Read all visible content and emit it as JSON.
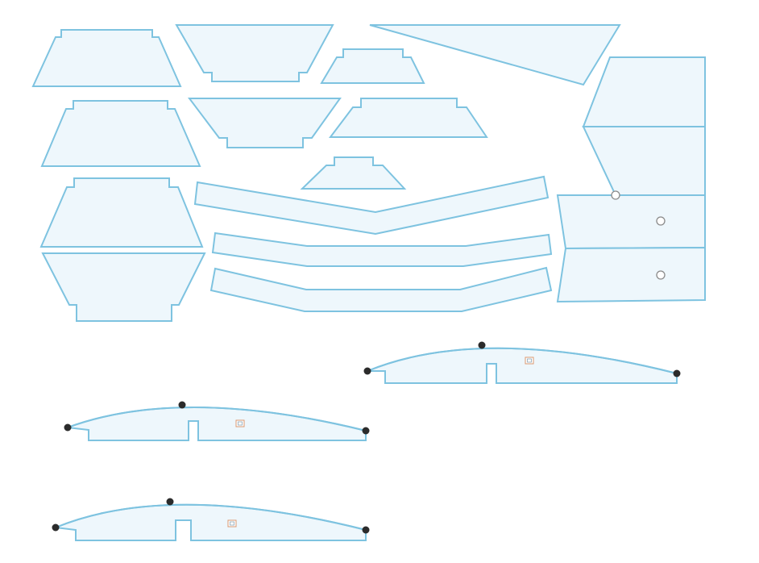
{
  "colors": {
    "outline": "#7ec3e0",
    "fill": "#eef7fc",
    "handle": "#2b2b2b",
    "handle_open_stroke": "#8a8a8a",
    "marker": "#d99a72",
    "marker_inner": "#8aa6b8"
  },
  "pieces": [
    {
      "id": "p1"
    },
    {
      "id": "p2"
    },
    {
      "id": "p3"
    },
    {
      "id": "p4"
    },
    {
      "id": "p5"
    },
    {
      "id": "p6"
    },
    {
      "id": "p7"
    },
    {
      "id": "p8"
    },
    {
      "id": "p9"
    },
    {
      "id": "p10"
    },
    {
      "id": "p11"
    },
    {
      "id": "p12"
    },
    {
      "id": "p13"
    },
    {
      "id": "p14"
    },
    {
      "id": "p15"
    },
    {
      "id": "p16"
    },
    {
      "id": "p17"
    },
    {
      "id": "p18"
    },
    {
      "id": "p19"
    }
  ]
}
